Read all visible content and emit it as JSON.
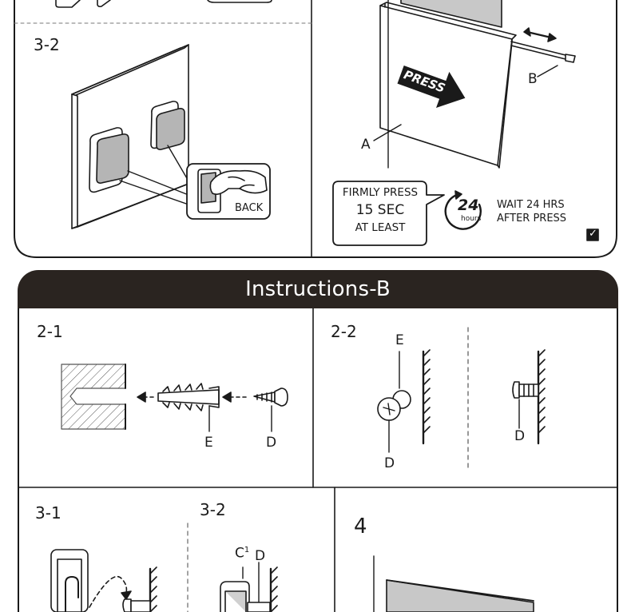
{
  "top_section": {
    "panel_left_step": "3-2",
    "back_label": "BACK",
    "press_label": "PRESS",
    "label_a": "A",
    "label_b": "B",
    "firmly_press": {
      "line1": "FIRMLY PRESS",
      "line2": "15 SEC",
      "line3": "AT LEAST"
    },
    "wait": {
      "badge_number": "24",
      "badge_unit": "hours",
      "line1": "WAIT 24 HRS",
      "line2": "AFTER PRESS"
    },
    "check_mark": "✓"
  },
  "instructions_b": {
    "title": "Instructions-B",
    "step_2_1": {
      "step": "2-1",
      "label_e": "E",
      "label_d": "D"
    },
    "step_2_2": {
      "step": "2-2",
      "label_e": "E",
      "label_d_left": "D",
      "label_d_right": "D"
    },
    "step_3_1": {
      "step": "3-1"
    },
    "step_3_2": {
      "step": "3-2",
      "label_c": "C",
      "label_c_sup": "1",
      "label_d": "D"
    },
    "step_4": {
      "step": "4"
    }
  }
}
